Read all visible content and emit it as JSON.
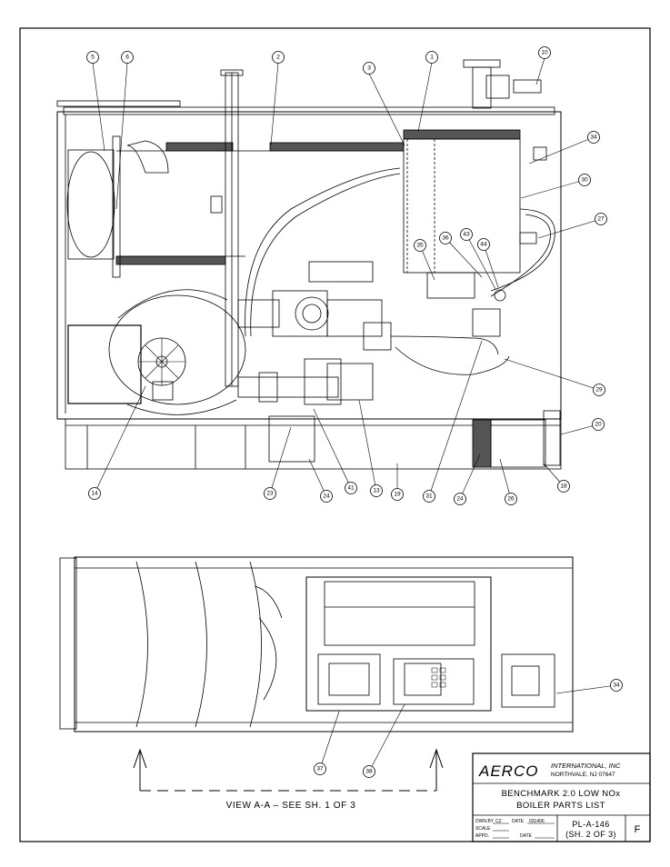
{
  "callouts": {
    "c1": "1",
    "c2": "2",
    "c3": "3",
    "c5": "5",
    "c6": "6",
    "c10": "10",
    "c13": "13",
    "c14": "14",
    "c18": "18",
    "c19": "19",
    "c20": "20",
    "c23": "23",
    "c24a": "24",
    "c24b": "24",
    "c26": "26",
    "c27": "27",
    "c29": "29",
    "c30": "30",
    "c31": "31",
    "c34a": "34",
    "c34b": "34",
    "c35": "35",
    "c36": "36",
    "c37": "37",
    "c38": "38",
    "c41": "41",
    "c43": "43",
    "c44": "44"
  },
  "view_label": "VIEW A-A – SEE SH. 1 OF 3",
  "title_block": {
    "company_logo": "AERCO",
    "company_suffix": "INTERNATIONAL, INC",
    "company_address": "NORTHVALE, NJ   07647",
    "product_line1": "BENCHMARK 2.0 LOW NOx",
    "product_line2": "BOILER PARTS LIST",
    "dwn_by_label": "DWN.BY",
    "dwn_by_value": "CZ",
    "date_label": "DATE",
    "date_value": "031406",
    "scale_label": "SCALE",
    "appd_label": "APPD.",
    "date2_label": "DATE",
    "drawing_number": "PL-A-146",
    "sheet_number": "(SH. 2 OF 3)",
    "revision": "F"
  }
}
